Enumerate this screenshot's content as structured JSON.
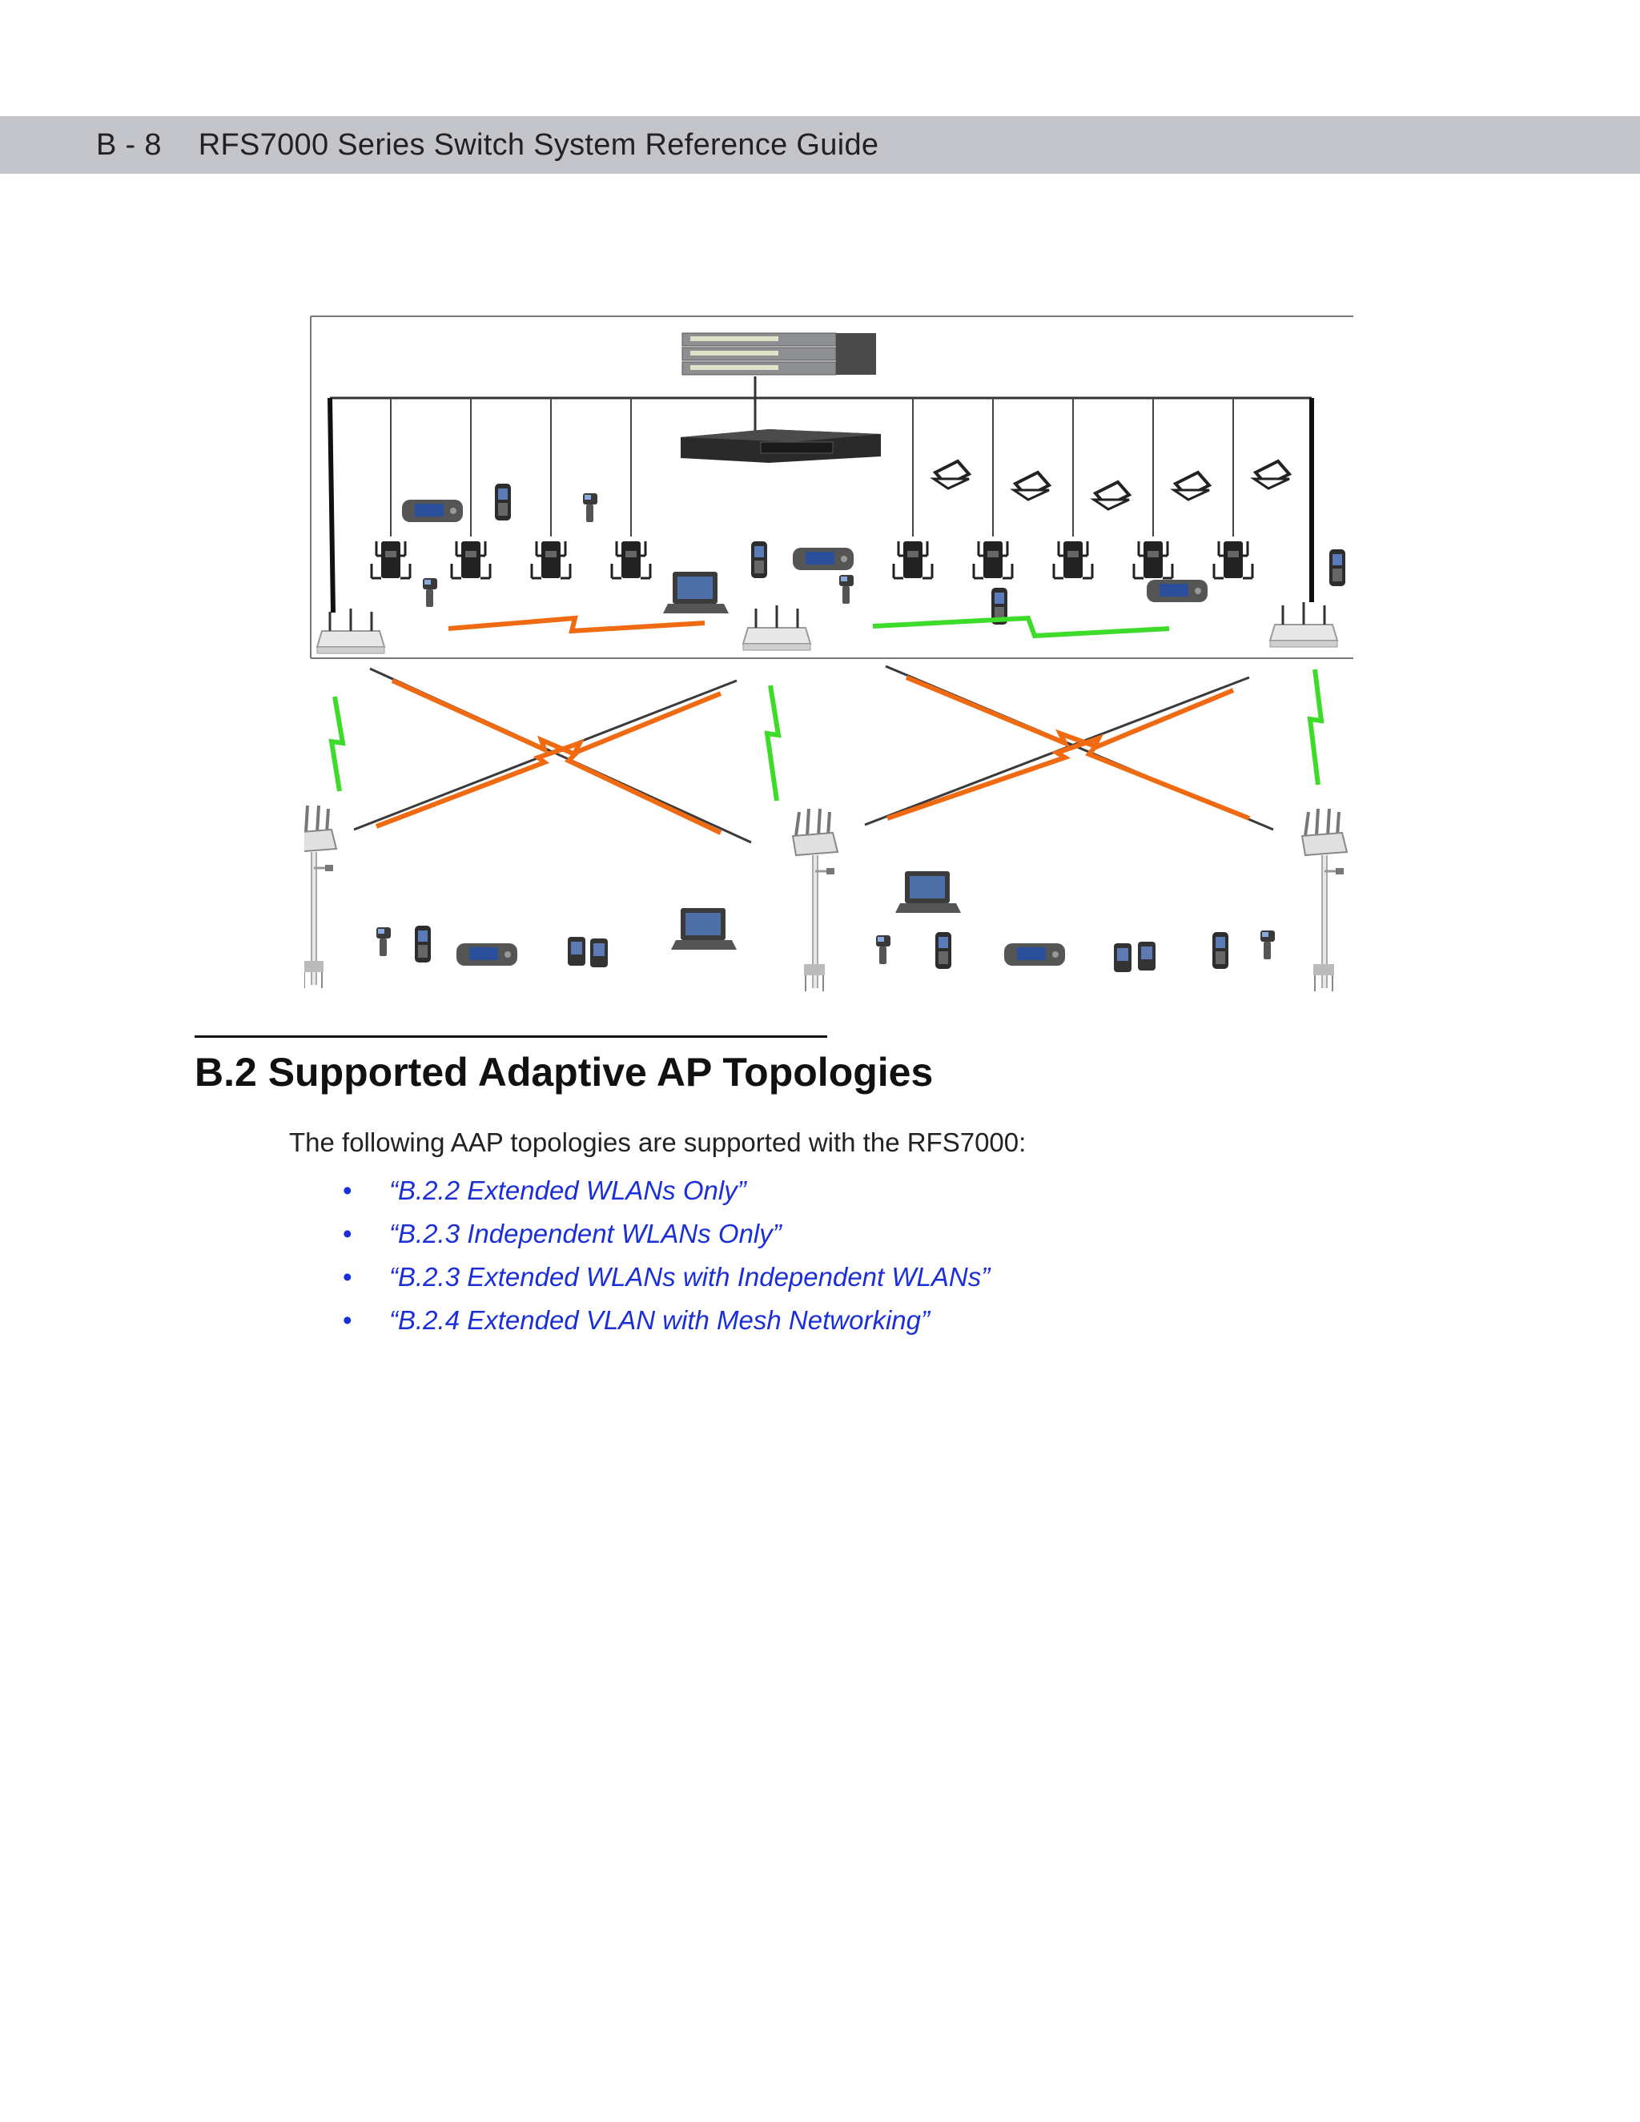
{
  "header": {
    "page_number": "B - 8",
    "doc_title": "RFS7000 Series Switch System Reference Guide"
  },
  "section": {
    "title": "B.2 Supported Adaptive AP Topologies",
    "intro": "The following AAP topologies are supported with the RFS7000:"
  },
  "links": [
    {
      "label": "“B.2.2 Extended WLANs Only”"
    },
    {
      "label": "“B.2.3 Independent WLANs Only”"
    },
    {
      "label": "“B.2.3 Extended WLANs with Independent WLANs”"
    },
    {
      "label": "“B.2.4 Extended VLAN with Mesh Networking”"
    }
  ],
  "colors": {
    "header_band": "#c4c5ca",
    "link": "#1a2fd8",
    "wireless_green": "#3ddc2a",
    "wireless_orange": "#f06a12"
  },
  "diagram": {
    "icons": [
      "network-switch-icon",
      "wireless-switch-icon",
      "access-point-icon",
      "mesh-outdoor-ap-icon",
      "laptop-icon",
      "mobile-computer-icon",
      "barcode-scanner-icon",
      "vehicle-terminal-icon",
      "rugged-tablet-icon",
      "pda-icon"
    ]
  }
}
